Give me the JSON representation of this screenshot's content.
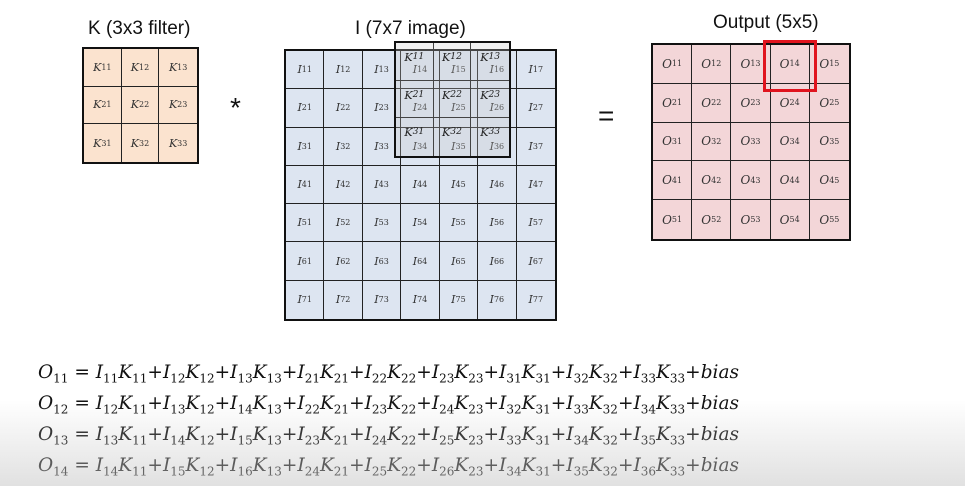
{
  "titles": {
    "kernel": "K (3x3 filter)",
    "image": "I (7x7 image)",
    "output": "Output (5x5)"
  },
  "operators": {
    "convolve": "*",
    "equals": "="
  },
  "kernel": {
    "letter": "K",
    "rows": [
      [
        "11",
        "12",
        "13"
      ],
      [
        "21",
        "22",
        "23"
      ],
      [
        "31",
        "32",
        "33"
      ]
    ]
  },
  "image": {
    "letter": "I",
    "rows": [
      [
        "11",
        "12",
        "13",
        "14",
        "15",
        "16",
        "17"
      ],
      [
        "21",
        "22",
        "23",
        "24",
        "25",
        "26",
        "27"
      ],
      [
        "31",
        "32",
        "33",
        "34",
        "35",
        "36",
        "37"
      ],
      [
        "41",
        "42",
        "43",
        "44",
        "45",
        "46",
        "47"
      ],
      [
        "51",
        "52",
        "53",
        "54",
        "55",
        "56",
        "57"
      ],
      [
        "61",
        "62",
        "63",
        "64",
        "65",
        "66",
        "67"
      ],
      [
        "71",
        "72",
        "73",
        "74",
        "75",
        "76",
        "77"
      ]
    ]
  },
  "window_overlay": {
    "letter": "K",
    "rows": [
      [
        "11",
        "12",
        "13"
      ],
      [
        "21",
        "22",
        "23"
      ],
      [
        "31",
        "32",
        "33"
      ]
    ]
  },
  "output": {
    "letter": "O",
    "rows": [
      [
        "11",
        "12",
        "13",
        "14",
        "15"
      ],
      [
        "21",
        "22",
        "23",
        "24",
        "25"
      ],
      [
        "31",
        "32",
        "33",
        "34",
        "35"
      ],
      [
        "41",
        "42",
        "43",
        "44",
        "45"
      ],
      [
        "51",
        "52",
        "53",
        "54",
        "55"
      ]
    ],
    "highlighted": "14",
    "highlight_color": "#e0141e"
  },
  "equations": [
    {
      "lhs": "11",
      "terms": [
        [
          "11",
          "11"
        ],
        [
          "12",
          "12"
        ],
        [
          "13",
          "13"
        ],
        [
          "21",
          "21"
        ],
        [
          "22",
          "22"
        ],
        [
          "23",
          "23"
        ],
        [
          "31",
          "31"
        ],
        [
          "32",
          "32"
        ],
        [
          "33",
          "33"
        ]
      ],
      "bias": "bias"
    },
    {
      "lhs": "12",
      "terms": [
        [
          "12",
          "11"
        ],
        [
          "13",
          "12"
        ],
        [
          "14",
          "13"
        ],
        [
          "22",
          "21"
        ],
        [
          "23",
          "22"
        ],
        [
          "24",
          "23"
        ],
        [
          "32",
          "31"
        ],
        [
          "33",
          "32"
        ],
        [
          "34",
          "33"
        ]
      ],
      "bias": "bias"
    },
    {
      "lhs": "13",
      "terms": [
        [
          "13",
          "11"
        ],
        [
          "14",
          "12"
        ],
        [
          "15",
          "13"
        ],
        [
          "23",
          "21"
        ],
        [
          "24",
          "22"
        ],
        [
          "25",
          "23"
        ],
        [
          "33",
          "31"
        ],
        [
          "34",
          "32"
        ],
        [
          "35",
          "33"
        ]
      ],
      "bias": "bias"
    },
    {
      "lhs": "14",
      "terms": [
        [
          "14",
          "11"
        ],
        [
          "15",
          "12"
        ],
        [
          "16",
          "13"
        ],
        [
          "24",
          "21"
        ],
        [
          "25",
          "22"
        ],
        [
          "26",
          "23"
        ],
        [
          "34",
          "31"
        ],
        [
          "35",
          "32"
        ],
        [
          "36",
          "33"
        ]
      ],
      "bias": "bias"
    }
  ],
  "colors": {
    "kernel_fill": "#fbe3cf",
    "image_fill": "#dde5f1",
    "output_fill": "#f3d6d8",
    "highlight": "#e0141e"
  }
}
